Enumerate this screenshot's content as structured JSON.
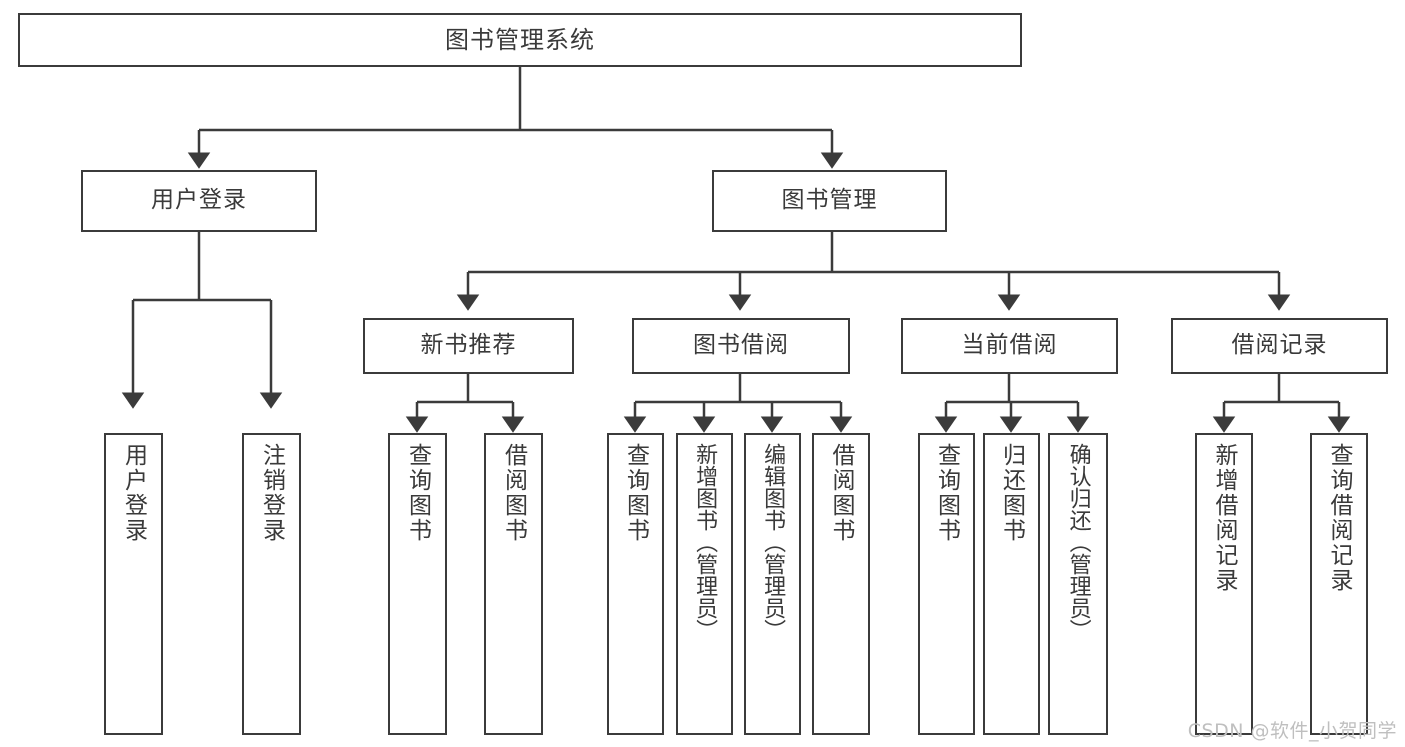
{
  "diagram": {
    "type": "tree-hierarchy",
    "title": "图书管理系统",
    "orientation": "top-down",
    "colors": {
      "box_border": "#3b3b3b",
      "box_fill": "#ffffff",
      "text": "#3a3a3a",
      "edge": "#3b3b3b",
      "background": "#ffffff",
      "watermark": "#bfbfbf"
    }
  },
  "root": {
    "label": "图书管理系统"
  },
  "level2": [
    {
      "label": "用户登录"
    },
    {
      "label": "图书管理"
    }
  ],
  "level3": [
    {
      "label": "新书推荐"
    },
    {
      "label": "图书借阅"
    },
    {
      "label": "当前借阅"
    },
    {
      "label": "借阅记录"
    }
  ],
  "leaves": {
    "user_login": [
      {
        "label": "用户登录"
      },
      {
        "label": "注销登录"
      }
    ],
    "new_book_recommend": [
      {
        "label": "查询图书"
      },
      {
        "label": "借阅图书"
      }
    ],
    "book_borrow": [
      {
        "label": "查询图书"
      },
      {
        "label": "新增图书（管理员）"
      },
      {
        "label": "编辑图书（管理员）"
      },
      {
        "label": "借阅图书"
      }
    ],
    "current_borrow": [
      {
        "label": "查询图书"
      },
      {
        "label": "归还图书"
      },
      {
        "label": "确认归还（管理员）"
      }
    ],
    "borrow_record": [
      {
        "label": "新增借阅记录"
      },
      {
        "label": "查询借阅记录"
      }
    ]
  },
  "watermark": {
    "text": "CSDN @软件_小贺同学"
  }
}
